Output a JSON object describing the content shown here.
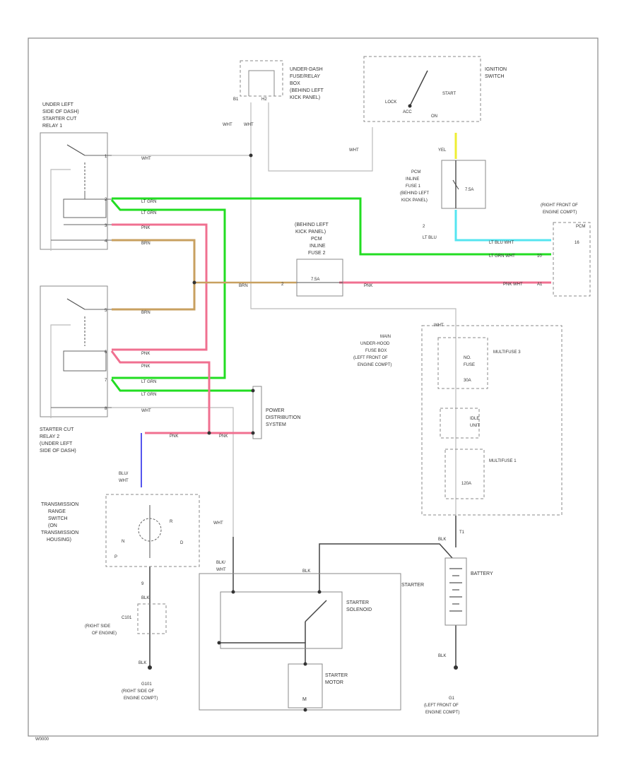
{
  "figure_id": "W0000",
  "labels": {
    "relay1": [
      "UNDER LEFT",
      "SIDE OF DASH)",
      "STARTER CUT",
      "RELAY 1"
    ],
    "relay2": [
      "STARTER CUT",
      "RELAY 2",
      "(UNDER LEFT",
      "SIDE OF DASH)"
    ],
    "underdash": [
      "UNDER-DASH",
      "FUSE/RELAY",
      "BOX",
      "(BEHIND LEFT",
      "KICK PANEL)"
    ],
    "ignition": [
      "IGNITION",
      "SWITCH"
    ],
    "ign_positions": {
      "lock": "LOCK",
      "acc": "ACC",
      "on": "ON",
      "start": "START"
    },
    "pcm_fuse1": [
      "PCM",
      "INLINE",
      "FUSE 1",
      "(BEHIND LEFT",
      "KICK PANEL)"
    ],
    "pcm_fuse1_rating": "7.5A",
    "pcm_fuse2": [
      "(BEHIND LEFT",
      "KICK PANEL)",
      "PCM",
      "INLINE",
      "FUSE 2"
    ],
    "pcm_fuse2_rating": "7.5A",
    "pcm_conn": [
      "(RIGHT FRONT OF",
      "ENGINE COMPT)"
    ],
    "pcm": "PCM",
    "main_fuse_box": [
      "MAIN",
      "UNDER-HOOD",
      "FUSE BOX",
      "(LEFT FRONT OF",
      "ENGINE COMPT)"
    ],
    "multifuse3": "MULTIFUSE 3",
    "fuse_no": [
      "NO.",
      "FUSE",
      "30A"
    ],
    "idle_unit": [
      "IDLE",
      "UNIT"
    ],
    "multifuse1": "MULTIFUSE 1",
    "multifuse1_rating": "120A",
    "power_dist": [
      "POWER",
      "DISTRIBUTION",
      "SYSTEM"
    ],
    "trans_switch": [
      "TRANSMISSION",
      "RANGE",
      "SWITCH",
      "(ON",
      "TRANSMISSION",
      "HOUSING)"
    ],
    "trans_positions": {
      "p": "P",
      "n": "N",
      "r": "R",
      "d": "D"
    },
    "c101": [
      "C101",
      "(RIGHT SIDE",
      "OF ENGINE)"
    ],
    "g101": [
      "G101",
      "(RIGHT SIDE OF",
      "ENGINE COMPT)"
    ],
    "starter": "STARTER",
    "starter_solenoid": [
      "STARTER",
      "SOLENOID"
    ],
    "starter_motor": [
      "STARTER",
      "MOTOR"
    ],
    "battery": "BATTERY",
    "g1": [
      "G1",
      "(LEFT FRONT OF",
      "ENGINE COMPT)"
    ],
    "motor_symbol": "M"
  },
  "wires": {
    "wht": "WHT",
    "lt_grn": "LT GRN",
    "pnk": "PNK",
    "brn": "BRN",
    "yel": "YEL",
    "lt_blu": "LT BLU",
    "blu_wht": [
      "BLU/",
      "WHT"
    ],
    "blk_wht": [
      "BLK/",
      "WHT"
    ],
    "blk": "BLK",
    "lt_blu_wht": "LT BLU WHT",
    "lt_grn_wht": "LT GRN WHT",
    "pnk_wht": "PNK WHT"
  },
  "pins": {
    "p1": "1",
    "p2": "2",
    "p3": "3",
    "p4": "4",
    "p5": "5",
    "p6": "6",
    "p7": "7",
    "p8": "8",
    "p9": "9",
    "p10": "10",
    "b1": "B1",
    "h2": "H2",
    "t1": "T1",
    "p16": "16",
    "a1": "A1"
  },
  "colors": {
    "lt_grn": "#22dd22",
    "pnk": "#f07090",
    "brn": "#c8a060",
    "yel": "#eeee33",
    "lt_blu": "#55e5f0",
    "blu": "#5555ee",
    "gray": "#bbbbbb",
    "dark": "#444444"
  }
}
